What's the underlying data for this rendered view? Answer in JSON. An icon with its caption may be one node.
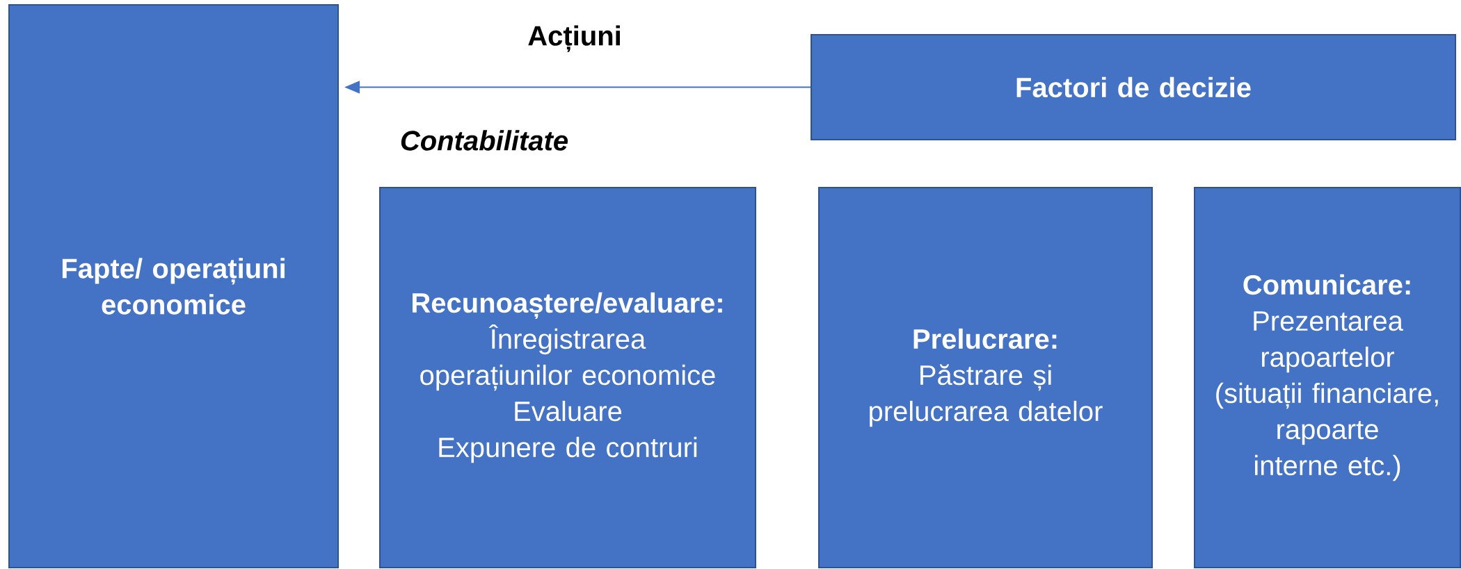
{
  "diagram": {
    "nodes": [
      {
        "text": [
          "Fapte/ operațiuni economice"
        ]
      },
      {
        "text": [
          "Factori de decizie"
        ]
      },
      {
        "text": [
          "Recunoaștere/evaluare:",
          "Înregistrarea operațiunilor economice",
          "Evaluare",
          "Expunere de contruri"
        ]
      },
      {
        "text": [
          "Prelucrare:",
          "Păstrare și prelucrarea datelor"
        ]
      },
      {
        "text": [
          "Comunicare:",
          "Prezentarea rapoartelor (situații financiare, rapoarte interne etc.)"
        ]
      }
    ],
    "edges": [
      {
        "from": 1,
        "to": 0,
        "arrow": "to",
        "label": "Acțiuni"
      }
    ],
    "labels": [
      "Contabilitate"
    ]
  }
}
